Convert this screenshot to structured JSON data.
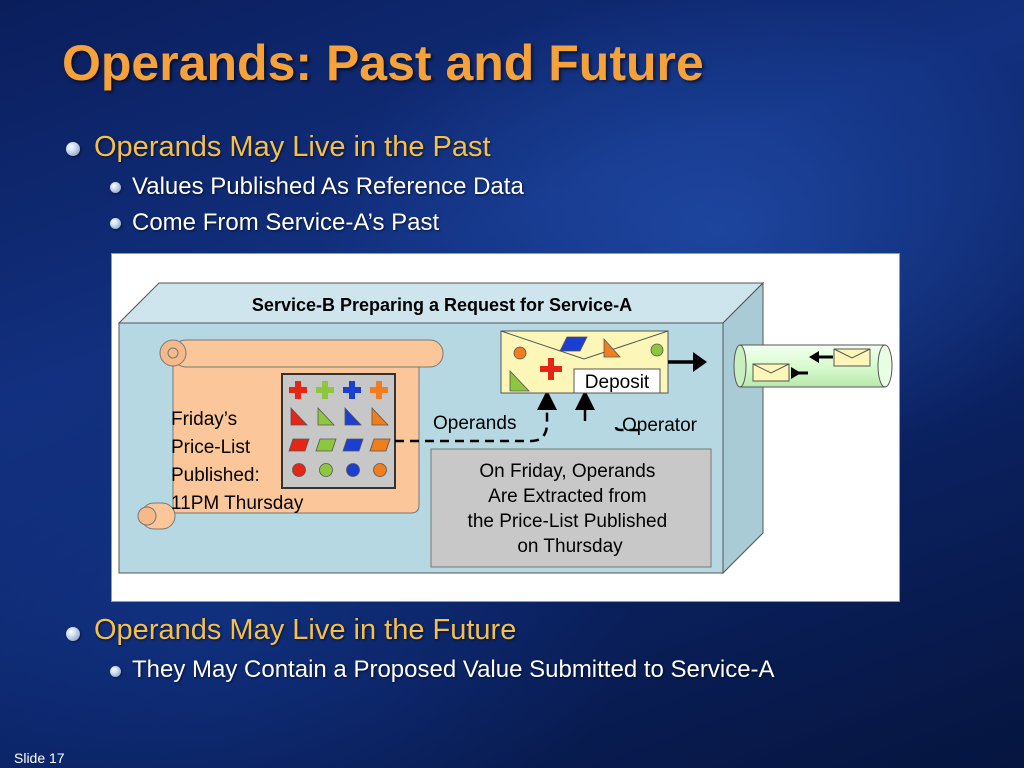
{
  "slide": {
    "title": "Operands: Past and Future",
    "bullets": [
      {
        "text": "Operands May Live in the Past",
        "level": 1
      },
      {
        "text": "Values Published As Reference Data",
        "level": 2
      },
      {
        "text": "Come From Service-A’s Past",
        "level": 2
      },
      {
        "text": "Operands May Live in the Future",
        "level": 1
      },
      {
        "text": "They May Contain a Proposed Value Submitted to Service-A",
        "level": 2
      }
    ],
    "slide_number": "Slide 17"
  },
  "diagram": {
    "box_title": "Service-B Preparing a Request for Service-A",
    "scroll_text": [
      "Friday’s",
      "Price-List",
      "Published:",
      "11PM Thursday"
    ],
    "deposit_label": "Deposit",
    "operands_label": "Operands",
    "operator_label": "Operator",
    "note_text": [
      "On Friday, Operands",
      "Are Extracted from",
      "the Price-List Published",
      "on Thursday"
    ]
  },
  "colors": {
    "title": "#f5a23a",
    "level1_text": "#f5c04a",
    "box_face": "#b5d8e2",
    "scroll": "#fbc79a",
    "note": "#c8c8c8",
    "envelope": "#fcf6b8",
    "queue": "#d9fbcf",
    "red": "#e52617",
    "green": "#8dc63f",
    "blue": "#1b3fd0",
    "orange": "#f07e1e"
  }
}
